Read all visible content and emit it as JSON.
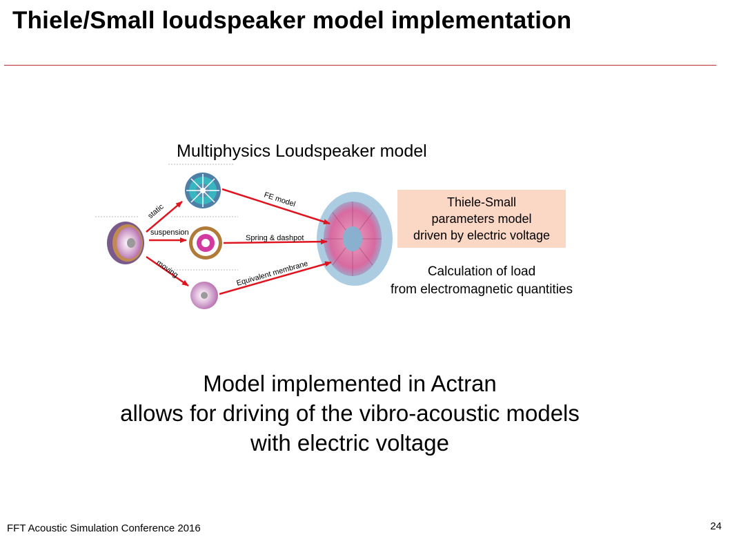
{
  "slide": {
    "title": "Thiele/Small loudspeaker model implementation",
    "figure_caption": "Multiphysics Loudspeaker model",
    "diagram_labels": {
      "static": "static",
      "suspension": "suspension",
      "moving": "moving",
      "fe_model": "FE model",
      "spring_dashpot": "Spring & dashpot",
      "equivalent_membrane": "Equivalent membrane"
    },
    "thiele_small_box": [
      "Thiele-Small",
      "parameters model",
      "driven by electric voltage"
    ],
    "calculation_text": [
      "Calculation of load",
      "from electromagnetic quantities"
    ],
    "main_message": [
      "Model implemented in Actran",
      "allows for driving of the vibro-acoustic models",
      "with electric voltage"
    ],
    "footer": "FFT Acoustic Simulation Conference 2016",
    "page_number": "24"
  },
  "colors": {
    "rule": "#c0282d",
    "arrow": "#e0141e",
    "box_fill": "#fbd7c6"
  }
}
